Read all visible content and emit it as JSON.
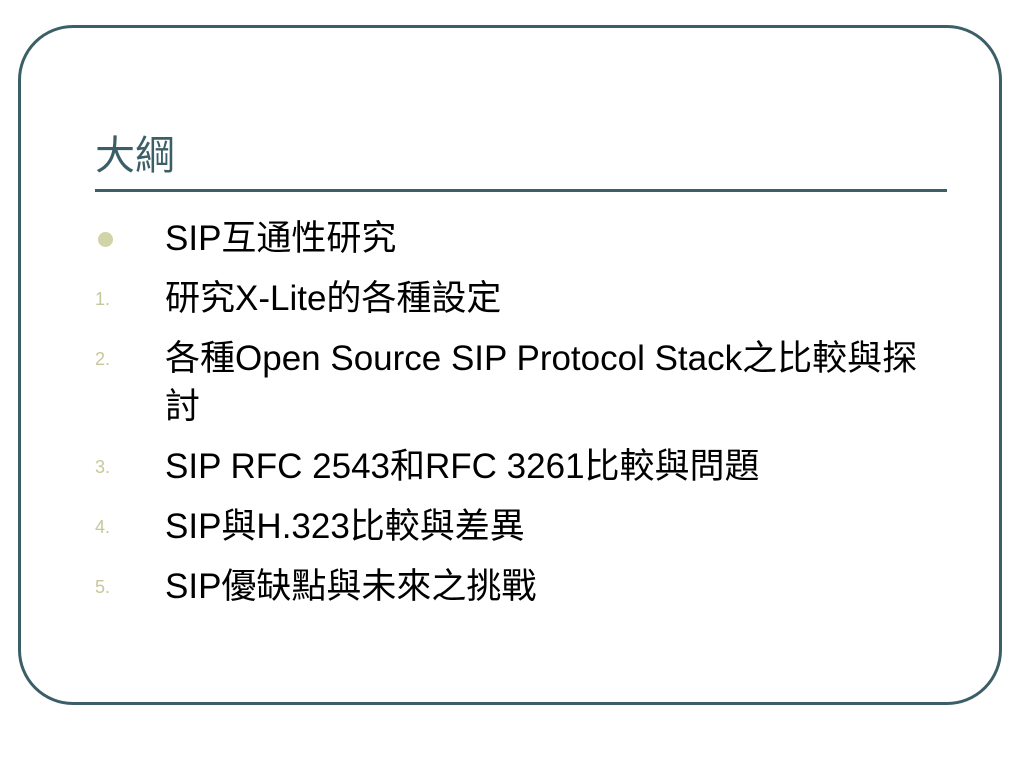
{
  "slide": {
    "title": "大綱",
    "colors": {
      "frame": "#3c5f67",
      "title": "#3c5f67",
      "bullet_marker": "#c7c89a",
      "text": "#000000"
    },
    "items": [
      {
        "marker": "",
        "text": "SIP互通性研究"
      },
      {
        "marker": "1.",
        "text": "研究X-Lite的各種設定"
      },
      {
        "marker": "2.",
        "text": "各種Open Source SIP Protocol Stack之比較與探討"
      },
      {
        "marker": "3.",
        "text": "SIP RFC 2543和RFC 3261比較與問題"
      },
      {
        "marker": "4.",
        "text": "SIP與H.323比較與差異"
      },
      {
        "marker": "5.",
        "text": "SIP優缺點與未來之挑戰"
      }
    ]
  }
}
